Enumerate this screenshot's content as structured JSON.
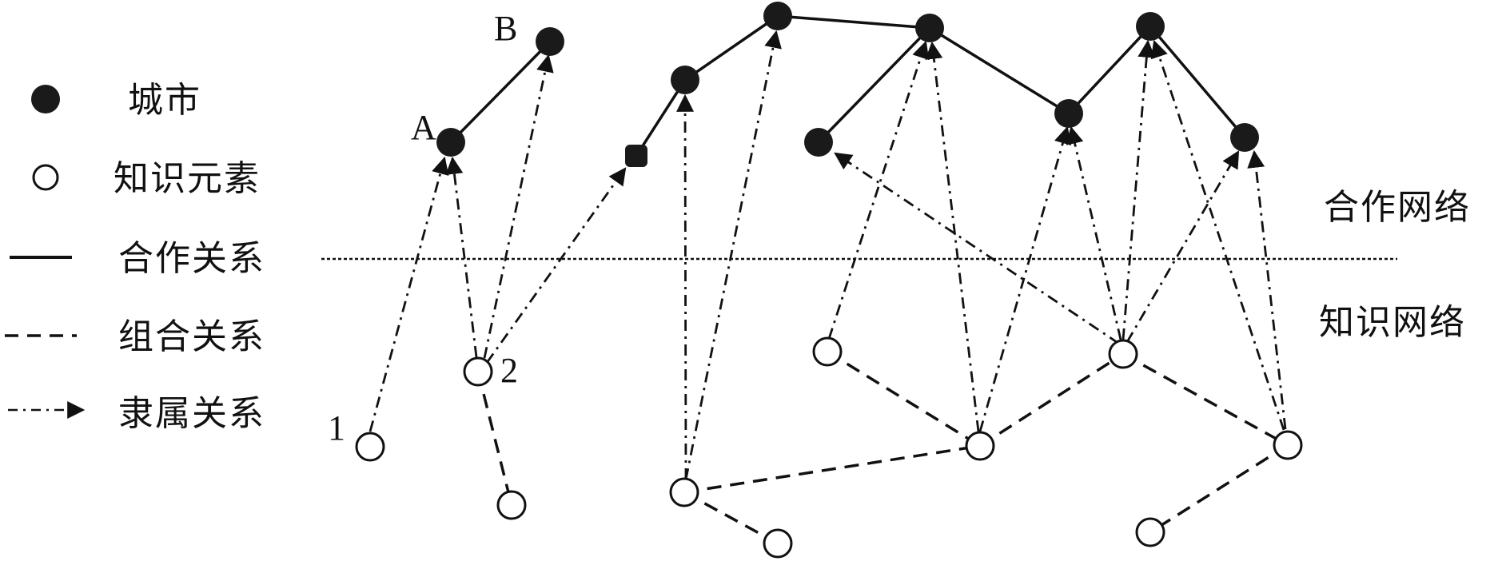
{
  "legend": {
    "city": "城市",
    "knowledge_element": "知识元素",
    "cooperation_relation": "合作关系",
    "combination_relation": "组合关系",
    "affiliation_relation": "隶属关系"
  },
  "layers": {
    "cooperation_network": "合作网络",
    "knowledge_network": "知识网络"
  },
  "node_labels": {
    "city_a": "A",
    "city_b": "B",
    "knowledge_1": "1",
    "knowledge_2": "2"
  },
  "colors": {
    "ink": "#111111",
    "city_fill": "#1a1a1a",
    "knowledge_fill": "#ffffff"
  }
}
